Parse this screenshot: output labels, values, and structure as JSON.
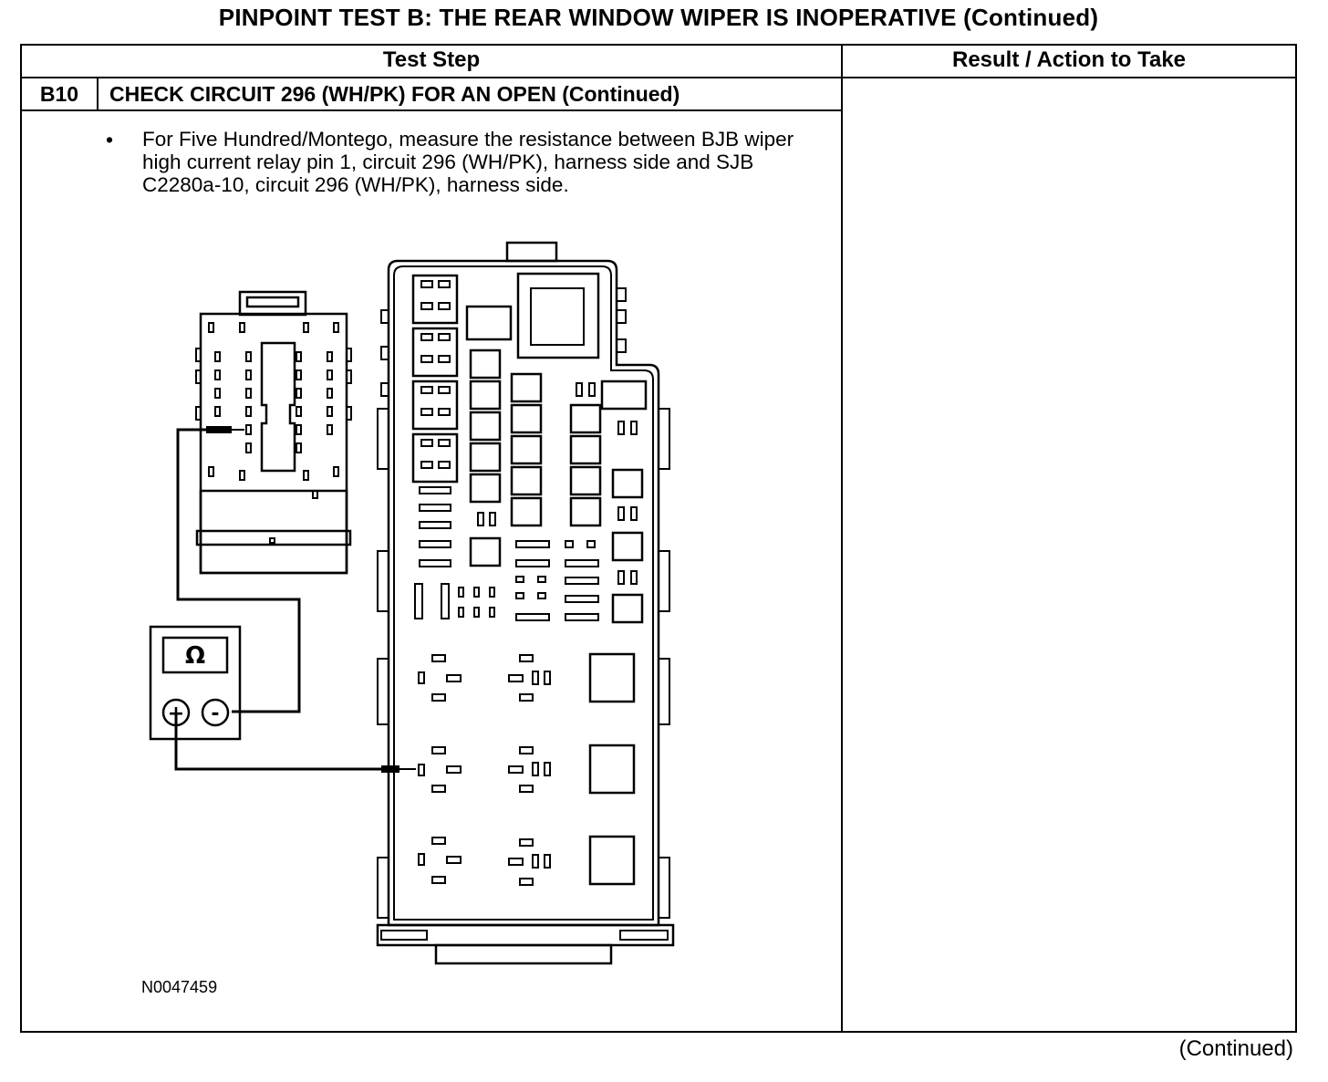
{
  "title": "PINPOINT TEST B: THE REAR WINDOW WIPER IS INOPERATIVE (Continued)",
  "table": {
    "header_test_step": "Test Step",
    "header_result": "Result / Action to Take",
    "step_id": "B10",
    "step_title": "CHECK CIRCUIT 296 (WH/PK) FOR AN OPEN (Continued)",
    "bullet": "•",
    "instruction": "For Five Hundred/Montego, measure the resistance between BJB wiper high current relay pin 1, circuit 296 (WH/PK), harness side and SJB C2280a-10, circuit 296 (WH/PK), harness side."
  },
  "figure": {
    "meter_symbol": "Ω",
    "plus_terminal": "+",
    "minus_terminal": "-",
    "figure_id": "N0047459"
  },
  "footer": {
    "continued": "(Continued)"
  }
}
